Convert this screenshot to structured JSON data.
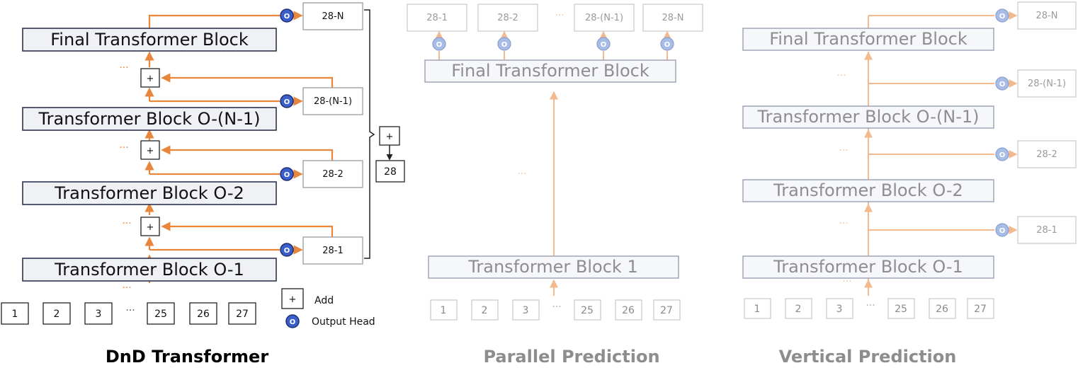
{
  "dnd": {
    "title": "DnD Transformer",
    "blocks": [
      "Final Transformer Block",
      "Transformer Block O-(N-1)",
      "Transformer Block O-2",
      "Transformer Block O-1"
    ],
    "outputs": [
      "28-N",
      "28-(N-1)",
      "28-2",
      "28-1"
    ],
    "sum_output": "28",
    "add_symbol": "+",
    "head_symbol": "O",
    "dots": "···",
    "tokens": [
      "1",
      "2",
      "3",
      "25",
      "26",
      "27"
    ]
  },
  "legend": {
    "add_symbol": "+",
    "add_label": "Add",
    "head_symbol": "O",
    "head_label": "Output Head"
  },
  "parallel": {
    "title": "Parallel Prediction",
    "final_block": "Final Transformer Block",
    "first_block": "Transformer Block 1",
    "outputs": [
      "28-1",
      "28-2",
      "28-(N-1)",
      "28-N"
    ],
    "tokens": [
      "1",
      "2",
      "3",
      "25",
      "26",
      "27"
    ]
  },
  "vertical": {
    "title": "Vertical Prediction",
    "blocks": [
      "Final Transformer Block",
      "Transformer Block O-(N-1)",
      "Transformer Block O-2",
      "Transformer Block O-1"
    ],
    "outputs": [
      "28-N",
      "28-(N-1)",
      "28-2",
      "28-1"
    ],
    "tokens": [
      "1",
      "2",
      "3",
      "25",
      "26",
      "27"
    ]
  },
  "colors": {
    "accent_orange": "#e8873c",
    "light_orange": "#f4b98c",
    "head_blue": "#3a5fcd",
    "head_light_blue": "#a8bde6",
    "gray_text": "#8d8d8d"
  }
}
